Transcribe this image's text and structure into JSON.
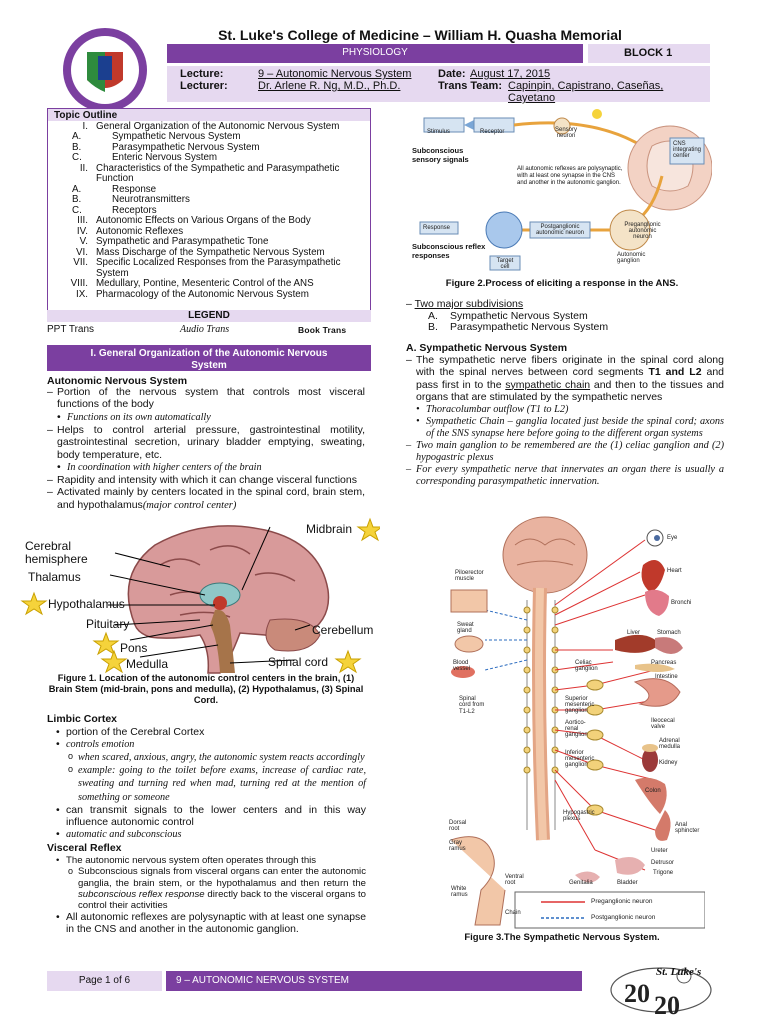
{
  "header": {
    "college": "St. Luke's College of Medicine – William H. Quasha Memorial",
    "subject": "PHYSIOLOGY",
    "block": "BLOCK 1",
    "lecture_label": "Lecture:",
    "lecture": "9 – Autonomic Nervous System",
    "lecturer_label": "Lecturer:",
    "lecturer": "Dr. Arlene R. Ng, M.D., Ph.D.",
    "date_label": "Date:",
    "date": "August 17, 2015",
    "team_label": "Trans Team:",
    "team": "Capinpin, Capistrano, Caseñas, Cayetano"
  },
  "outline": {
    "title": "Topic Outline",
    "items": [
      {
        "num": "I.",
        "text": "General Organization of the Autonomic Nervous System",
        "level": 0
      },
      {
        "num": "A.",
        "text": "Sympathetic Nervous System",
        "level": 1
      },
      {
        "num": "B.",
        "text": "Parasympathetic Nervous System",
        "level": 1
      },
      {
        "num": "C.",
        "text": "Enteric Nervous System",
        "level": 1
      },
      {
        "num": "II.",
        "text": "Characteristics of the Sympathetic and Parasympathetic Function",
        "level": 0
      },
      {
        "num": "A.",
        "text": "Response",
        "level": 1
      },
      {
        "num": "B.",
        "text": "Neurotransmitters",
        "level": 1
      },
      {
        "num": "C.",
        "text": "Receptors",
        "level": 1
      },
      {
        "num": "III.",
        "text": "Autonomic Effects on Various Organs of the Body",
        "level": 0
      },
      {
        "num": "IV.",
        "text": "Autonomic Reflexes",
        "level": 0
      },
      {
        "num": "V.",
        "text": "Sympathetic and Parasympathetic Tone",
        "level": 0
      },
      {
        "num": "VI.",
        "text": "Mass Discharge of the Sympathetic Nervous System",
        "level": 0
      },
      {
        "num": "VII.",
        "text": "Specific Localized Responses from the Parasympathetic System",
        "level": 0
      },
      {
        "num": "VIII.",
        "text": "Medullary, Pontine, Mesenteric Control of the ANS",
        "level": 0
      },
      {
        "num": "IX.",
        "text": "Pharmacology of the Autonomic Nervous System",
        "level": 0
      }
    ]
  },
  "legend": {
    "title": "LEGEND",
    "ppt": "PPT Trans",
    "audio": "Audio Trans",
    "book": "Book Trans"
  },
  "section1": {
    "heading": "I.   General Organization of the Autonomic Nervous System",
    "sub": "Autonomic Nervous System",
    "items": [
      {
        "type": "dash",
        "text": "Portion of the nervous system that controls most visceral functions of the body"
      },
      {
        "type": "dot",
        "text": "Functions on its own automatically",
        "italic": true
      },
      {
        "type": "dash",
        "text": "Helps to control arterial pressure, gastrointestinal motility, gastrointestinal secretion, urinary bladder emptying, sweating, body temperature, etc."
      },
      {
        "type": "dot",
        "text": "In coordination with higher centers of the brain",
        "italic": true
      },
      {
        "type": "dash",
        "text": "Rapidity and intensity with which it can change visceral functions"
      },
      {
        "type": "dash",
        "text": "Activated mainly by centers located in the spinal cord, brain stem, and hypothalamus",
        "suffix": "(major control center)"
      }
    ]
  },
  "fig1": {
    "labels": [
      "Midbrain",
      "Cerebral hemisphere",
      "Thalamus",
      "Hypothalamus",
      "Pituitary",
      "Pons",
      "Medulla",
      "Cerebellum",
      "Spinal cord"
    ],
    "caption": "Figure 1. Location of the autonomic control centers in the brain, (1) Brain Stem (mid-brain, pons and medulla), (2) Hypothalamus, (3) Spinal Cord."
  },
  "limbic": {
    "title": "Limbic Cortex",
    "items": [
      {
        "type": "dot",
        "text": "portion of the Cerebral Cortex"
      },
      {
        "type": "dot",
        "text": "controls emotion",
        "italic": true
      },
      {
        "type": "circ",
        "text": "when scared, anxious, angry, the autonomic system reacts accordingly",
        "italic": true
      },
      {
        "type": "circ",
        "text": "example: going to the toilet before exams, increase of cardiac rate, sweating and turning red when mad, turning red at the mention of something or someone",
        "italic": true
      },
      {
        "type": "dot",
        "text": "can transmit signals to the lower centers and in this way influence autonomic control"
      },
      {
        "type": "dot",
        "text": "automatic and subconscious",
        "italic": true
      }
    ]
  },
  "visceral": {
    "title": "Visceral Reflex",
    "i1": "The autonomic nervous system often operates through this",
    "i2a": "Subconscious signals from visceral organs can enter the autonomic ganglia, the brain stem, or the hypothalamus and then return the ",
    "i2b": "subconscious reflex response",
    "i2c": " directly back to the visceral organs to control their activities",
    "i3": "All autonomic reflexes are polysynaptic with at least one synapse in the CNS and another in the autonomic ganglion."
  },
  "fig2": {
    "labels": {
      "stimulus": "Stimulus",
      "receptor": "Receptor",
      "sensory": "Sensory neuron",
      "subsens": "Subconscious sensory signals",
      "note": "All autonomic reflexes are polysynaptic, with at least one synapse in the CNS and another in the autonomic ganglion.",
      "cns": "CNS integrating center",
      "pre": "Preganglionic autonomic neuron",
      "response": "Response",
      "subrefl": "Subconscious reflex responses",
      "target": "Target cell",
      "post": "Postganglionic autonomic neuron",
      "ganglion": "Autonomic ganglion"
    },
    "caption": "Figure 2.Process of eliciting a response in the ANS."
  },
  "subdivisions": {
    "title": "Two major subdivisions",
    "a": "A.",
    "a_text": "Sympathetic Nervous System",
    "b": "B.",
    "b_text": "Parasympathetic Nervous System"
  },
  "sns": {
    "heading": "A.  Sympathetic Nervous System",
    "p1a": "The sympathetic nerve fibers originate in the spinal cord along with the spinal nerves between cord segments ",
    "p1b": "T1 and L2",
    "p1c": " and pass first in to the ",
    "p1d": "sympathetic chain",
    "p1e": " and then to the tissues and organs that are stimulated by the sympathetic nerves",
    "d1": "Thoracolumbar outflow (T1 to L2)",
    "d2": "Sympathetic Chain – ganglia located just beside the spinal cord; axons of the SNS synapse here before going to the different organ systems",
    "d3": "Two main ganglion to be remembered are the (1) celiac ganglion and (2) hypogastric plexus",
    "d4": "For every sympathetic nerve that innervates an organ there is usually a corresponding parasympathetic innervation."
  },
  "fig3": {
    "labels": {
      "eye": "Eye",
      "heart": "Heart",
      "bronchi": "Bronchi",
      "liver": "Liver",
      "stomach": "Stomach",
      "pancreas": "Pancreas",
      "intestine": "Intestine",
      "ileo": "Ileocecal valve",
      "adrenal": "Adrenal medulla",
      "kidney": "Kidney",
      "colon": "Colon",
      "anal": "Anal sphincter",
      "ureter": "Ureter",
      "detrusor": "Detrusor",
      "trigone": "Trigone",
      "bladder": "Bladder",
      "genitalia": "Genitalia",
      "pilo": "Piloerector muscle",
      "sweat": "Sweat gland",
      "blood": "Blood vessel",
      "spinal": "Spinal cord from T1-L2",
      "celiac": "Celiac ganglion",
      "supmes": "Superior mesenteric ganglion",
      "aortico": "Aortico-renal ganglion",
      "infmes": "Inferior mesenteric ganglion",
      "hypo": "Hypogastric plexus",
      "dorsal": "Dorsal root",
      "gray": "Gray ramus",
      "white": "White ramus",
      "ventral": "Ventral root",
      "chain": "Chain",
      "pre": "Preganglionic neuron",
      "post": "Postganglionic neuron"
    },
    "caption": "Figure 3.The Sympathetic Nervous System."
  },
  "footer": {
    "page": "Page 1 of 6",
    "title": "9 – AUTONOMIC NERVOUS SYSTEM",
    "logo_text": "St. Luke's"
  },
  "colors": {
    "accent": "#7b3fa0",
    "lavender": "#e6d9f0"
  }
}
